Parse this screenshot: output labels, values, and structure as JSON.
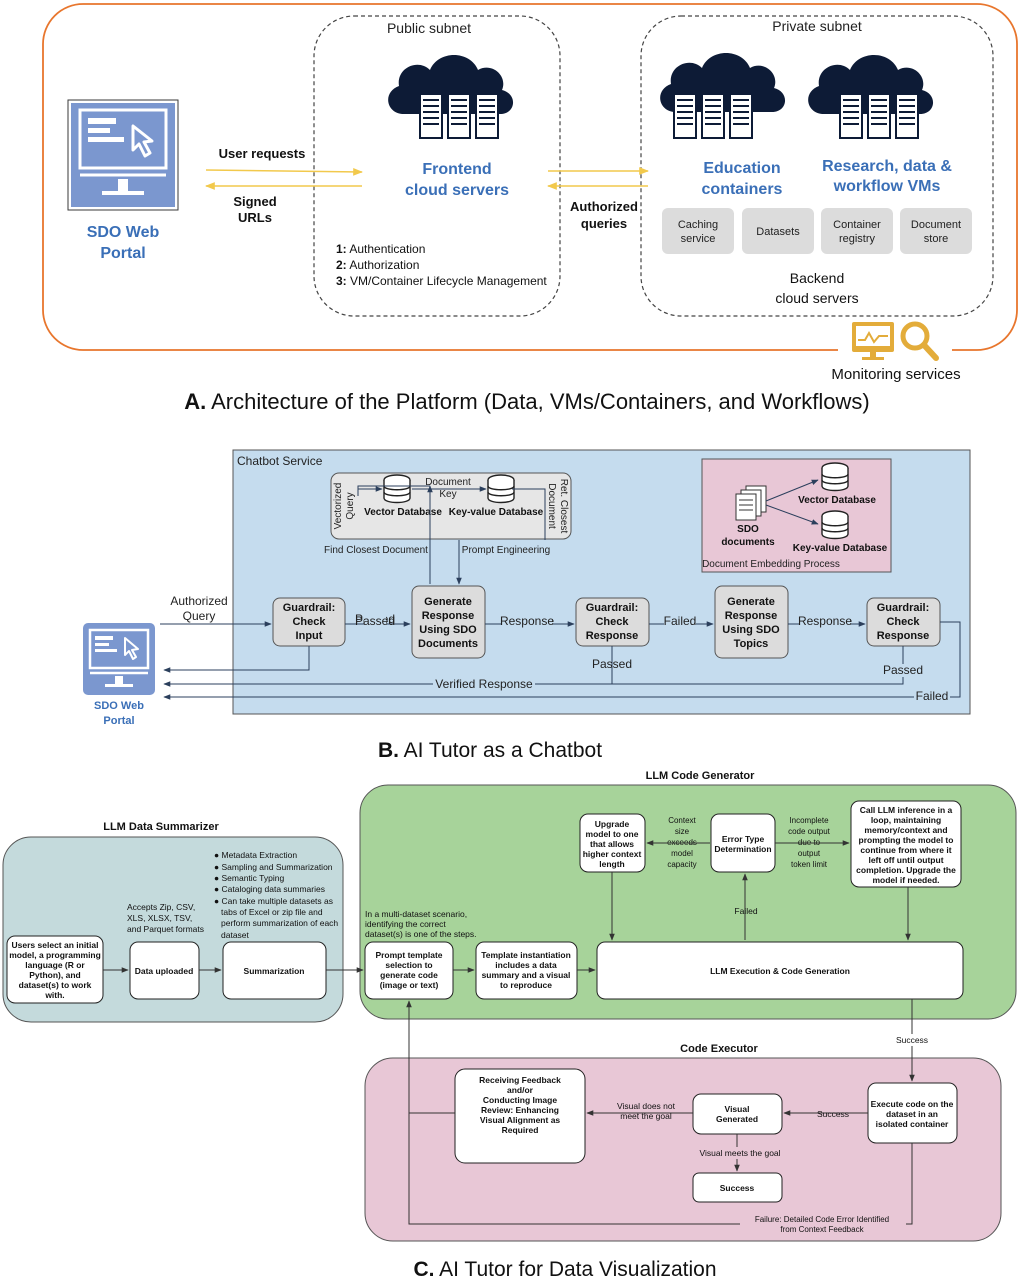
{
  "colors": {
    "orange": "#e8762d",
    "blue_label": "#3a6fb7",
    "monitor_blue": "#7b97cf",
    "navy": "#0d1b36",
    "gold": "#e3ac3a",
    "chatbot_bg": "#c5dcee",
    "embed_bg": "#e8c7d6",
    "green_bg": "#a7d39a",
    "teal_bg": "#c4dadc",
    "pink_bg": "#e8c7d6",
    "arrow_yellow": "#f2c94c",
    "node_grey": "#dcdcdc"
  },
  "panel_a": {
    "public_subnet": "Public subnet",
    "private_subnet": "Private subnet",
    "portal_line1": "SDO Web",
    "portal_line2": "Portal",
    "user_requests": "User requests",
    "signed_line1": "Signed",
    "signed_line2": "URLs",
    "frontend_line1": "Frontend",
    "frontend_line2": "cloud servers",
    "steps": [
      {
        "num": "1:",
        "text": " Authentication"
      },
      {
        "num": "2:",
        "text": " Authorization"
      },
      {
        "num": "3:",
        "text": " VM/Container Lifecycle Management"
      }
    ],
    "authorized_line1": "Authorized",
    "authorized_line2": "queries",
    "education_line1": "Education",
    "education_line2": "containers",
    "research_line1": "Research, data &",
    "research_line2": "workflow VMs",
    "services": [
      {
        "line1": "Caching",
        "line2": "service"
      },
      {
        "line1": "Datasets",
        "line2": ""
      },
      {
        "line1": "Container",
        "line2": "registry"
      },
      {
        "line1": "Document",
        "line2": "store"
      }
    ],
    "backend_line1": "Backend",
    "backend_line2": "cloud servers",
    "monitoring": "Monitoring services",
    "caption_letter": "A.",
    "caption_text": " Architecture of the Platform (Data, VMs/Containers, and Workflows)"
  },
  "panel_b": {
    "service_title": "Chatbot Service",
    "vectorized_query": [
      "Vectorized",
      "Query"
    ],
    "document_key": [
      "Document",
      "Key"
    ],
    "ret_closest": [
      "Ret. Closest",
      "Document"
    ],
    "vector_db": "Vector Database",
    "kv_db": "Key-value Database",
    "find_closest": "Find Closest Document",
    "prompt_eng": "Prompt Engineering",
    "sdo_docs": [
      "SDO",
      "documents"
    ],
    "embed_vector_db": "Vector Database",
    "embed_kv_db": "Key-value Database",
    "embed_title": "Document Embedding Process",
    "authorized_query": [
      "Authorized",
      "Query"
    ],
    "guard_input": [
      "Guardrail:",
      "Check",
      "Input"
    ],
    "passed1": "Passed",
    "gen_docs": [
      "Generate",
      "Response",
      "Using SDO",
      "Documents"
    ],
    "response1": "Response",
    "guard_resp1": [
      "Guardrail:",
      "Check",
      "Response"
    ],
    "failed1": "Failed",
    "gen_topics": [
      "Generate",
      "Response",
      "Using SDO",
      "Topics"
    ],
    "response2": "Response",
    "guard_resp2": [
      "Guardrail:",
      "Check",
      "Response"
    ],
    "passed2": "Passed",
    "passed3": "Passed",
    "verified": "Verified Response",
    "failed2": "Failed",
    "portal": [
      "SDO Web",
      "Portal"
    ],
    "caption_letter": "B.",
    "caption_text": " AI Tutor as a Chatbot"
  },
  "panel_c": {
    "summarizer_title": "LLM Data Summarizer",
    "generator_title": "LLM Code Generator",
    "executor_title": "Code  Executor",
    "users_select": [
      "Users select an initial",
      "model, a programming",
      "language (R or",
      "Python), and",
      "dataset(s) to work",
      "with."
    ],
    "accepts": [
      "Accepts Zip, CSV,",
      "XLS, XLSX, TSV,",
      "and Parquet formats"
    ],
    "data_uploaded": "Data uploaded",
    "bullets": [
      "Metadata Extraction",
      "Sampling and Summarization",
      "Semantic Typing",
      "Cataloging data summaries",
      "Can take multiple datasets as",
      "tabs of Excel or zip file and",
      "perform summarization of each",
      "dataset"
    ],
    "summarization": "Summarization",
    "multi_dataset": [
      "In a multi-dataset scenario,",
      "identifying the correct",
      "dataset(s) is one of the steps."
    ],
    "prompt_template": [
      "Prompt template",
      "selection to",
      "generate code",
      "(image or text)"
    ],
    "template_inst": [
      "Template instantiation",
      "includes a data",
      "summary and a visual",
      "to reproduce"
    ],
    "llm_exec": "LLM Execution & Code Generation",
    "upgrade": [
      "Upgrade",
      "model to one",
      "that allows",
      "higher context",
      "length"
    ],
    "context_size": [
      "Context",
      "size",
      "exceeds",
      "model",
      "capacity"
    ],
    "error_type": [
      "Error Type",
      "Determination"
    ],
    "incomplete": [
      "Incomplete",
      "code output",
      "due to",
      "output",
      "token limit"
    ],
    "call_llm": [
      "Call LLM inference in a",
      "loop, maintaining",
      "memory/context and",
      "prompting the model to",
      "continue from where it",
      "left off until output",
      "completion. Upgrade the",
      "model if needed."
    ],
    "failed": "Failed",
    "success_label1": "Success",
    "execute_code": [
      "Execute code on the",
      "dataset in an",
      "isolated container"
    ],
    "success_label2": "Success",
    "visual_generated": [
      "Visual",
      "Generated"
    ],
    "visual_not_meet": [
      "Visual does not",
      "meet the goal"
    ],
    "receiving": [
      "Receiving Feedback",
      "",
      "and/or",
      "",
      "Conducting Image",
      "Review: Enhancing",
      "Visual Alignment as",
      "Required"
    ],
    "visual_meets": "Visual meets the goal",
    "success_box": "Success",
    "failure": [
      "Failure: Detailed Code Error Identified",
      "from Context Feedback"
    ],
    "caption_letter": "C.",
    "caption_text": " AI Tutor for Data Visualization"
  }
}
